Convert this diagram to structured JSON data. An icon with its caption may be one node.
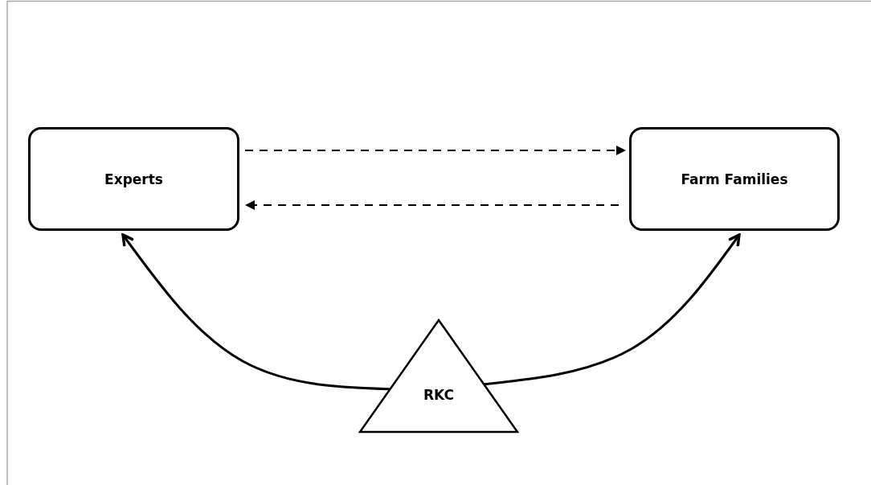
{
  "diagram": {
    "nodes": [
      {
        "text": [
          "Experts"
        ]
      },
      {
        "text": [
          "Farm Families"
        ]
      },
      {
        "text": [
          "RKC"
        ]
      }
    ],
    "edges": [
      {
        "from": 0,
        "to": 1,
        "arrow": "to",
        "style": "dashed"
      },
      {
        "from": 1,
        "to": 0,
        "arrow": "to",
        "style": "dashed"
      },
      {
        "from": 2,
        "to": 0,
        "arrow": "to"
      },
      {
        "from": 2,
        "to": 1,
        "arrow": "to"
      }
    ]
  }
}
